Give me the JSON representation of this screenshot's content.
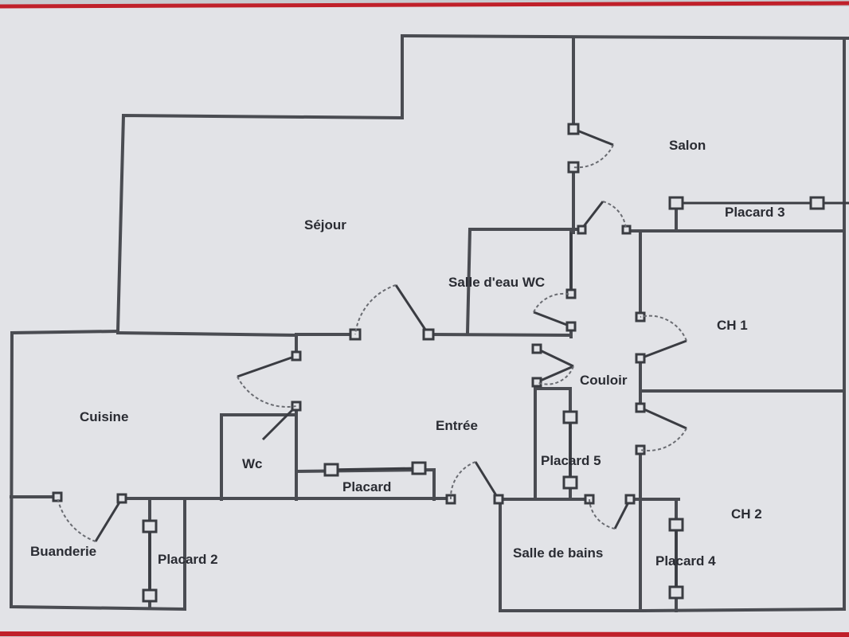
{
  "colors": {
    "paper": "#e2e3e7",
    "wall": "#4a4c52",
    "door_arc": "#6a6c72",
    "border_red": "#c0202a",
    "text": "#2a2c33"
  },
  "plan": {
    "rooms": {
      "salon": "Salon",
      "sejour": "Séjour",
      "placard_3": "Placard 3",
      "salle_eau_wc": "Salle d'eau WC",
      "ch1": "CH 1",
      "couloir": "Couloir",
      "cuisine": "Cuisine",
      "entree": "Entrée",
      "wc": "Wc",
      "placard_5": "Placard 5",
      "placard": "Placard",
      "ch2": "CH 2",
      "buanderie": "Buanderie",
      "placard_2": "Placard 2",
      "salle_de_bains": "Salle de bains",
      "placard_4": "Placard 4"
    }
  }
}
